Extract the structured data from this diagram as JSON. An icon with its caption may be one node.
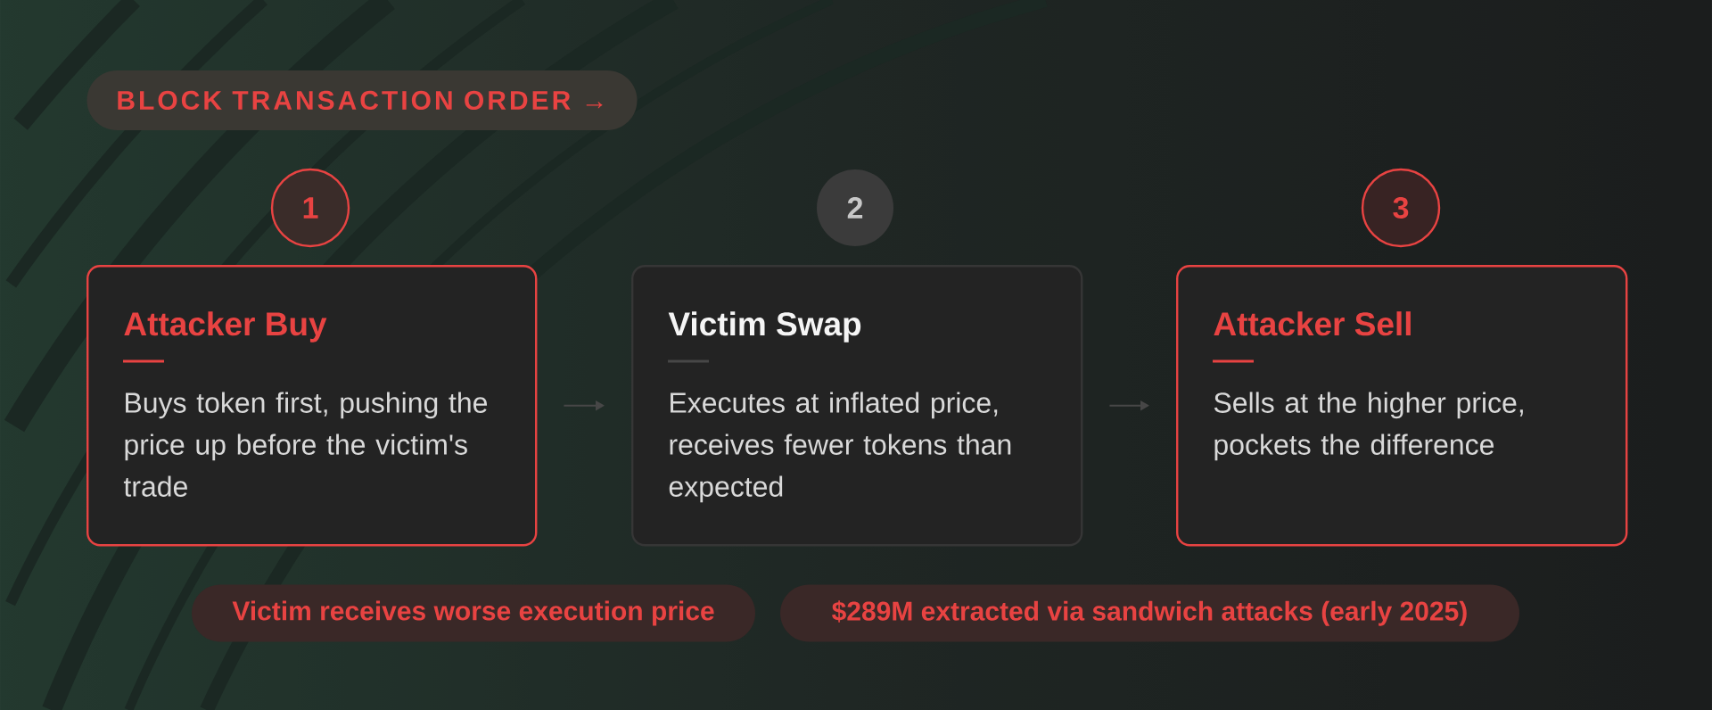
{
  "diagram": {
    "nodes": [
      {
        "text": [
          "BLOCK TRANSACTION ORDER →"
        ]
      },
      {
        "text": [
          "1"
        ]
      },
      {
        "text": [
          "2"
        ]
      },
      {
        "text": [
          "3"
        ]
      },
      {
        "text": [
          "Attacker Buy",
          "Buys token first, pushing the price up before the victim's trade"
        ]
      },
      {
        "text": [
          "Victim Swap",
          "Executes at inflated price, receives fewer tokens than expected"
        ]
      },
      {
        "text": [
          "Attacker Sell",
          "Sells at the higher price, pockets the difference"
        ]
      },
      {
        "text": [
          "Victim receives worse execution price"
        ]
      },
      {
        "text": [
          "$289M extracted via sandwich attacks (early 2025)"
        ]
      }
    ],
    "edges": [
      {
        "from": 4,
        "to": 5,
        "arrow": "to"
      },
      {
        "from": 5,
        "to": 6,
        "arrow": "to"
      }
    ]
  }
}
